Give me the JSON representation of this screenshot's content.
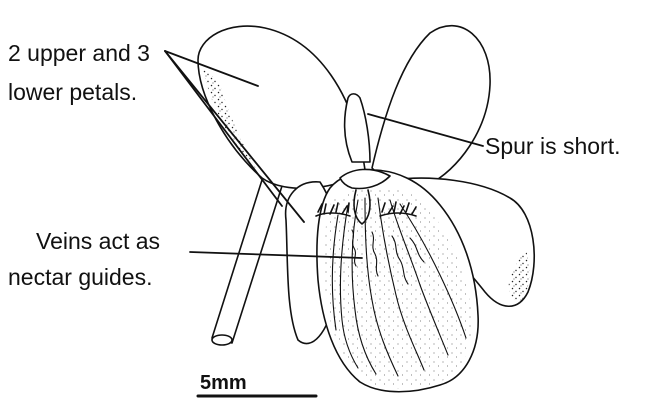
{
  "labels": {
    "petals_line1": "2 upper and 3",
    "petals_line2": "lower petals.",
    "spur": "Spur is short.",
    "veins_line1": "Veins act as",
    "veins_line2": "nectar guides.",
    "scale_bar": "5mm"
  },
  "colors": {
    "ink": "#111111",
    "paper": "#ffffff"
  }
}
